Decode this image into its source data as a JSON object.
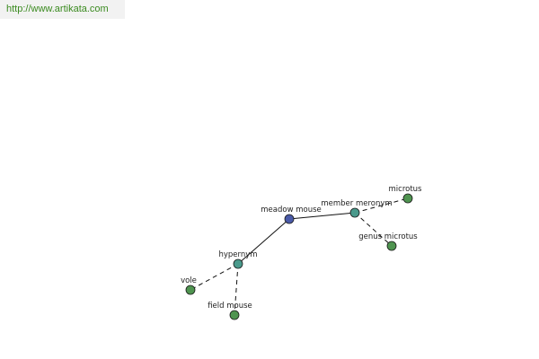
{
  "source": {
    "url_text": "http://www.artikata.com"
  },
  "colors": {
    "center_node": "#4a5aa8",
    "relation_node": "#4a9a8c",
    "term_node": "#4f9450",
    "node_stroke": "#1a1a1a",
    "edge": "#111111",
    "link_text": "#3a8a1f"
  },
  "graph": {
    "nodes": [
      {
        "id": "meadow_mouse",
        "label": "meadow mouse",
        "kind": "center"
      },
      {
        "id": "hypernym",
        "label": "hypernym",
        "kind": "relation"
      },
      {
        "id": "member_meronym",
        "label": "member meronym",
        "kind": "relation"
      },
      {
        "id": "vole",
        "label": "vole",
        "kind": "term"
      },
      {
        "id": "field_mouse",
        "label": "field mouse",
        "kind": "term"
      },
      {
        "id": "microtus",
        "label": "microtus",
        "kind": "term"
      },
      {
        "id": "genus_microtus",
        "label": "genus microtus",
        "kind": "term"
      }
    ],
    "edges": [
      {
        "from": "meadow_mouse",
        "to": "hypernym",
        "style": "solid"
      },
      {
        "from": "meadow_mouse",
        "to": "member_meronym",
        "style": "solid"
      },
      {
        "from": "hypernym",
        "to": "vole",
        "style": "dashed"
      },
      {
        "from": "hypernym",
        "to": "field_mouse",
        "style": "dashed"
      },
      {
        "from": "member_meronym",
        "to": "microtus",
        "style": "dashed"
      },
      {
        "from": "member_meronym",
        "to": "genus_microtus",
        "style": "dashed"
      }
    ]
  }
}
